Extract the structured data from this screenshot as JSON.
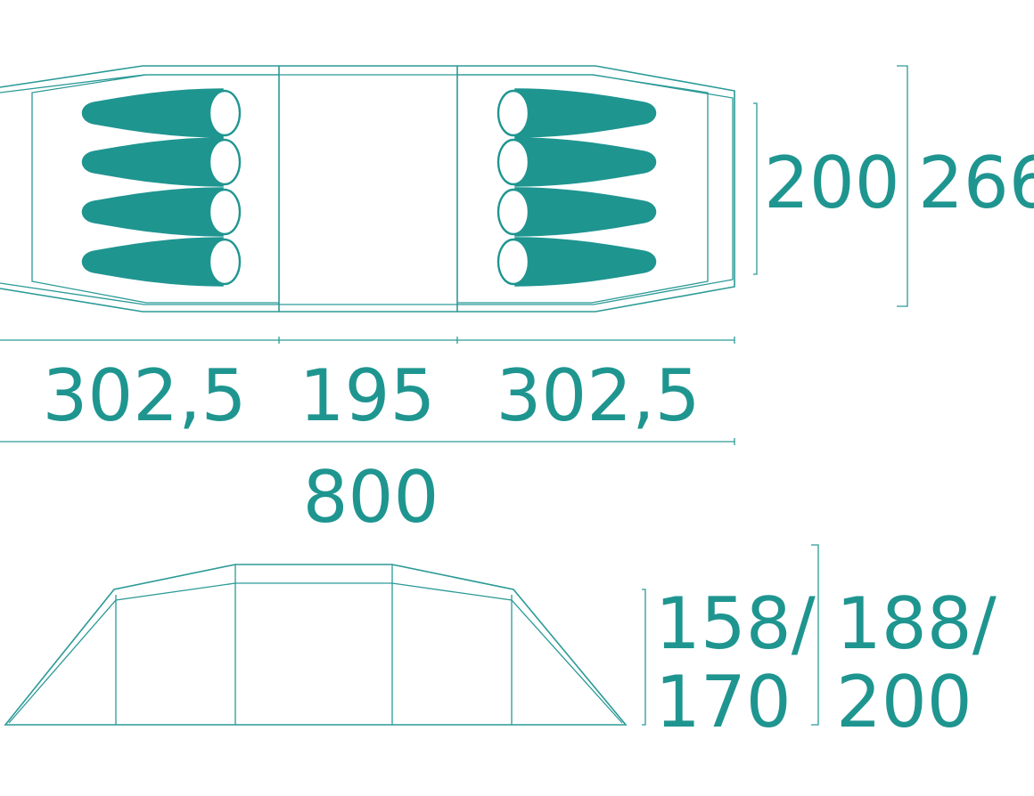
{
  "plan_view": {
    "dimensions": {
      "left_room": "302,5",
      "center_room": "195",
      "right_room": "302,5",
      "total_length": "800",
      "inner_width": "200",
      "outer_width": "266"
    },
    "sleeping_bags": {
      "left_room": 4,
      "right_room": 4
    }
  },
  "side_view": {
    "dimensions": {
      "inner_height_line1": "158/",
      "inner_height_line2": "170",
      "outer_height_line1": "188/",
      "outer_height_line2": "200"
    }
  },
  "colors": {
    "accent": "#1f9590",
    "line": "#2a9a96",
    "background": "#ffffff"
  }
}
